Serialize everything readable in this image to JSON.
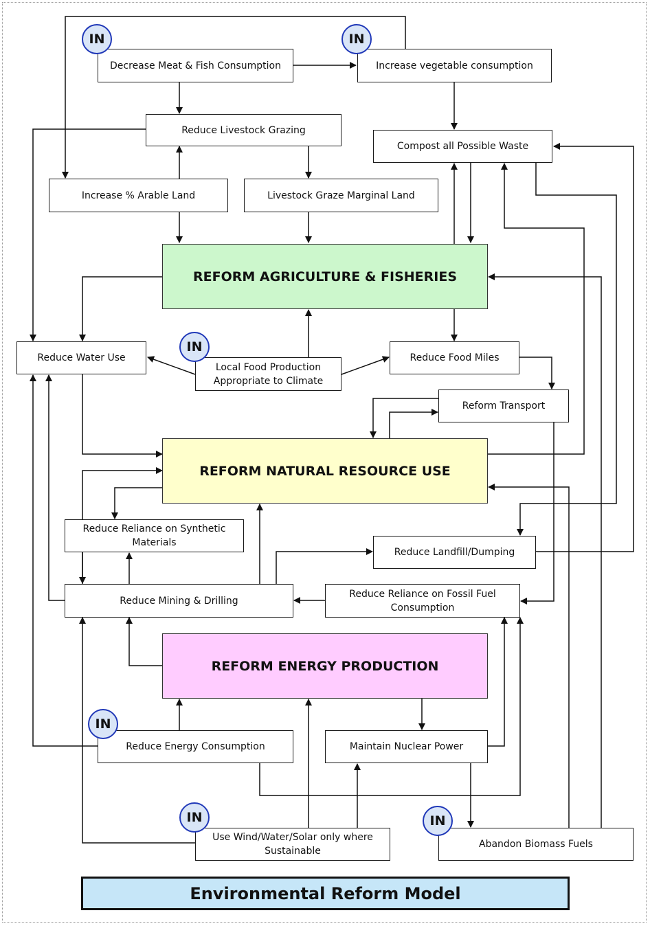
{
  "diagram": {
    "title": "Environmental Reform Model",
    "badge_label": "IN",
    "colors": {
      "agriculture_fill": "#ccf7cc",
      "natural_resource_fill": "#ffffcc",
      "energy_fill": "#ffccff",
      "title_fill": "#c6e6f8",
      "badge_fill": "#d9e5f7",
      "badge_border": "#2038b8"
    },
    "nodes": {
      "decrease_meat": "Decrease Meat & Fish Consumption",
      "increase_vegetable": "Increase vegetable consumption",
      "reduce_livestock": "Reduce Livestock Grazing",
      "compost": "Compost all Possible Waste",
      "increase_arable": "Increase % Arable Land",
      "livestock_marginal": "Livestock Graze Marginal Land",
      "reform_agriculture": "REFORM AGRICULTURE & FISHERIES",
      "reduce_water": "Reduce Water Use",
      "local_food": "Local Food Production Appropriate to Climate",
      "reduce_food_miles": "Reduce Food Miles",
      "reform_transport": "Reform Transport",
      "reform_natural": "REFORM NATURAL RESOURCE USE",
      "reduce_synthetic": "Reduce Reliance on Synthetic Materials",
      "reduce_landfill": "Reduce Landfill/Dumping",
      "reduce_mining": "Reduce Mining & Drilling",
      "reduce_fossil": "Reduce Reliance on Fossil Fuel Consumption",
      "reform_energy": "REFORM ENERGY PRODUCTION",
      "reduce_energy": "Reduce Energy Consumption",
      "nuclear": "Maintain Nuclear Power",
      "wind_water_solar": "Use Wind/Water/Solar only where Sustainable",
      "biomass": "Abandon Biomass Fuels"
    }
  }
}
